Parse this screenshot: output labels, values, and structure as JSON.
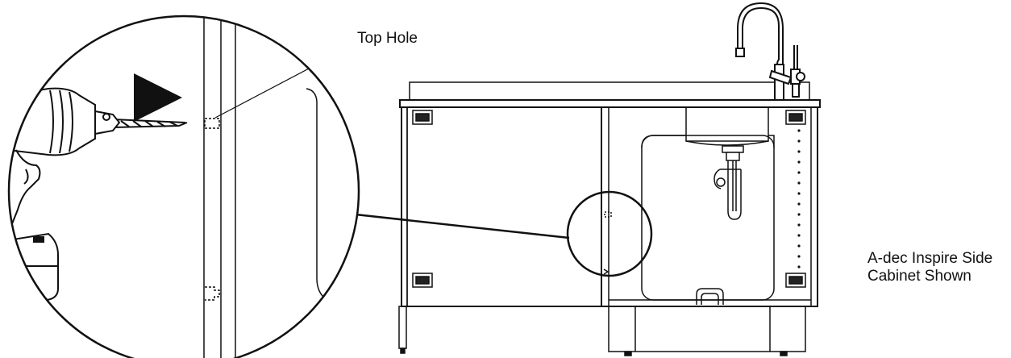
{
  "labels": {
    "top_hole": "Top Hole",
    "caption_line1": "A-dec Inspire Side",
    "caption_line2": "Cabinet Shown"
  },
  "colors": {
    "stroke": "#111111",
    "background": "#ffffff"
  },
  "icons": [
    "drill-icon",
    "arrow-right-icon",
    "faucet-icon",
    "sink-icon"
  ]
}
